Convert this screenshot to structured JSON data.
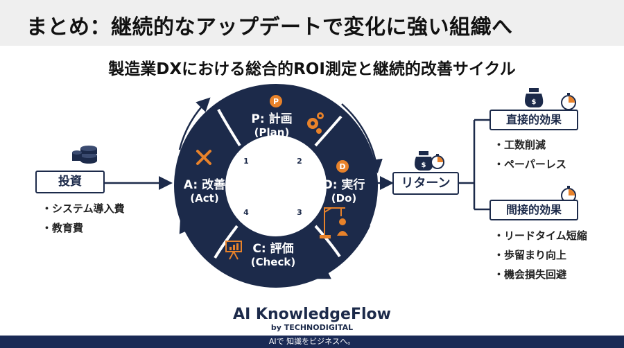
{
  "title": "まとめ：継続的なアップデートで変化に強い組織へ",
  "subtitle": "製造業DXにおける総合的ROI測定と継続的改善サイクル",
  "investment": {
    "label": "投資",
    "items": [
      "システム導入費",
      "教育費"
    ]
  },
  "cycle": {
    "plan": {
      "badge": "P",
      "label": "P: 計画",
      "sub": "(Plan)"
    },
    "do": {
      "badge": "D",
      "label": "D: 実行",
      "sub": "(Do)"
    },
    "check": {
      "label": "C: 評価",
      "sub": "(Check)"
    },
    "act": {
      "label": "A: 改善",
      "sub": "(Act)"
    },
    "steps": [
      "1",
      "2",
      "3",
      "4"
    ]
  },
  "return": {
    "label": "リターン"
  },
  "direct": {
    "label": "直接的効果",
    "items": [
      "工数削減",
      "ペーパーレス"
    ]
  },
  "indirect": {
    "label": "間接的効果",
    "items": [
      "リードタイム短縮",
      "歩留まり向上",
      "機会損失回避"
    ]
  },
  "brand": {
    "name": "AI KnowledgeFlow",
    "by": "by TECHNODIGITAL",
    "tagline": "AIで 知識をビジネスへ。"
  },
  "colors": {
    "navy": "#1c2a4a",
    "orange": "#e8822a",
    "white": "#ffffff"
  }
}
